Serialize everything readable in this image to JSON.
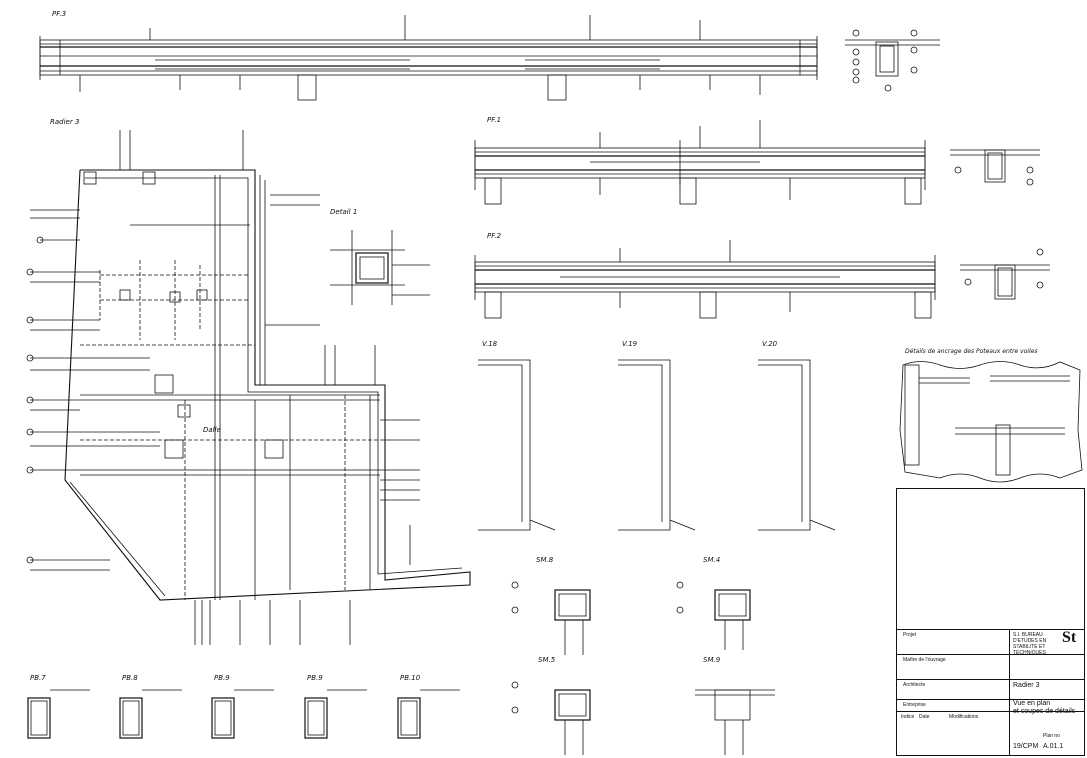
{
  "views": {
    "pf3": "PF.3",
    "radier": "Radier 3",
    "detail1": "Detail 1",
    "pf1": "PF.1",
    "pf2": "PF.2",
    "v18": "V.18",
    "v19": "V.19",
    "v20": "V.20",
    "details_ancrage": "Détails de ancrage des Poteaux entre voiles",
    "dalle": "Dalle",
    "sm8": "SM.8",
    "sm4": "SM.4",
    "sm5": "SM.5",
    "sm9": "SM.9",
    "pb7": "PB.7",
    "pb8": "PB.8",
    "pb9a": "PB.9",
    "pb9b": "PB.9",
    "pb10": "PB.10"
  },
  "title_block": {
    "office": "S.I. BUREAU D'ETUDES EN STABILITE ET TECHNIQUES",
    "drawing_title": "Radier 3",
    "subtitle_1": "Vue en plan",
    "subtitle_2": "et coupes de détails",
    "plan_no_label": "Plan no",
    "plan_no": "A.01.1",
    "dossier": "19/CPM",
    "labels": {
      "projet": "Projet",
      "maitre": "Maître de l'ouvrage",
      "architecte": "Architecte",
      "entreprise": "Entreprise",
      "indice": "Indice",
      "date": "Date",
      "modifications": "Modifications"
    },
    "logo": "St"
  }
}
